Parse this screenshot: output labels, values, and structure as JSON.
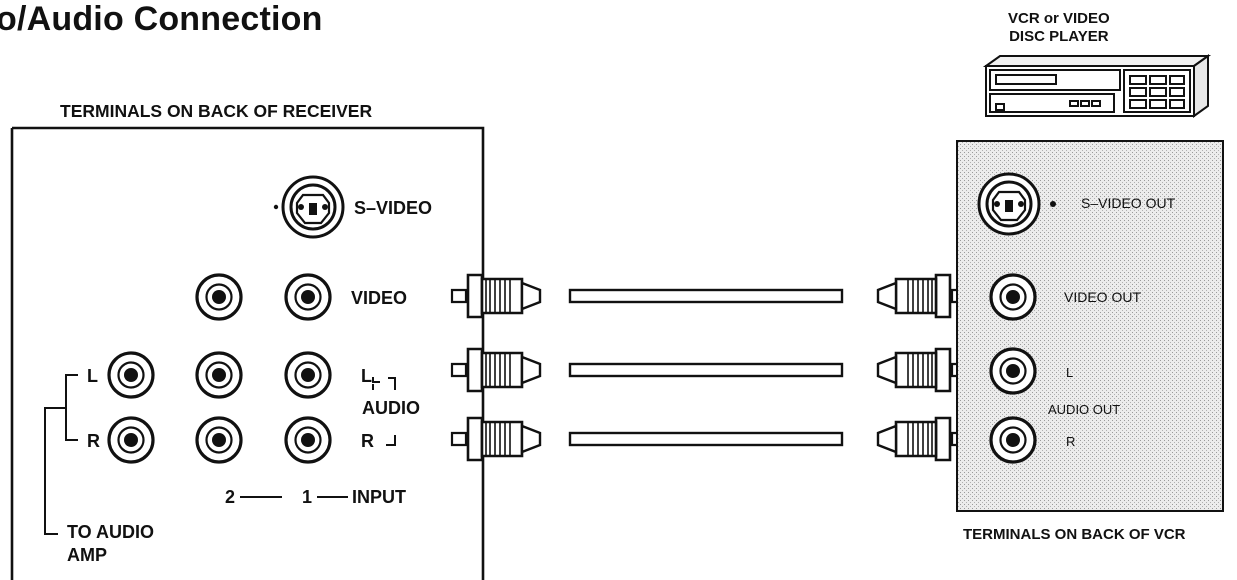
{
  "title": "o/Audio Connection",
  "receiver": {
    "panel_title": "TERMINALS ON BACK OF RECEIVER",
    "s_video": "S–VIDEO",
    "video": "VIDEO",
    "audio_l": "L",
    "audio": "AUDIO",
    "audio_r": "R",
    "input_2": "2",
    "input_1": "1",
    "input": "INPUT",
    "amp_l": "L",
    "amp_r": "R",
    "to_audio_amp_line1": "TO AUDIO",
    "to_audio_amp_line2": "AMP"
  },
  "vcr": {
    "device_line1": "VCR or VIDEO",
    "device_line2": "DISC PLAYER",
    "s_video_out": "S–VIDEO  OUT",
    "video_out": "VIDEO  OUT",
    "l": "L",
    "audio_out": "AUDIO OUT",
    "r": "R",
    "panel_title": "TERMINALS ON BACK OF VCR"
  },
  "colors": {
    "ink": "#111111",
    "panel_shade": "#e2e2e2"
  }
}
